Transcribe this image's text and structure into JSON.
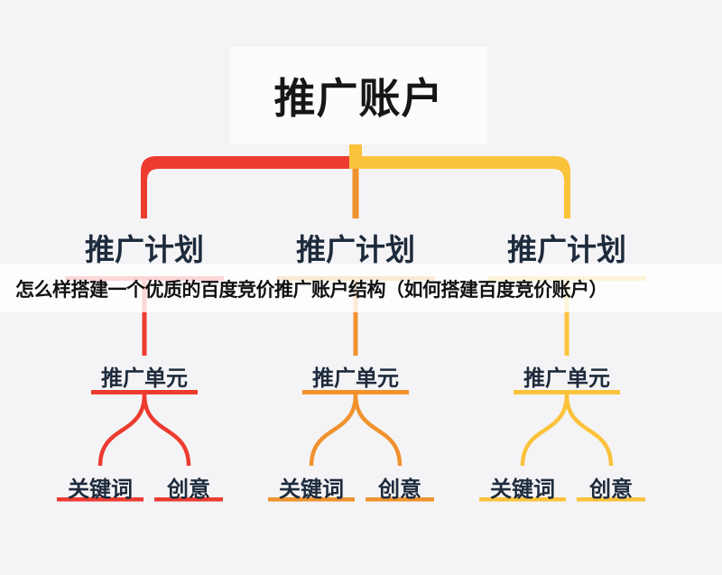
{
  "overlay": {
    "title": "怎么样搭建一个优质的百度竞价推广账户结构（如何搭建百度竞价账户）"
  },
  "diagram": {
    "root_label": "推广账户",
    "colors": {
      "red": "#ED3B30",
      "orange": "#F0922D",
      "yellow": "#FBC23B",
      "label_text": "#1E2B3C",
      "root_text": "#161616",
      "background": "#F4F4F6",
      "root_box": "#FCFCFD"
    },
    "branches": [
      {
        "name": "left",
        "color": "#ED3B30",
        "plan_label": "推广计划",
        "unit_label": "推广单元",
        "keyword_label": "关键词",
        "creative_label": "创意"
      },
      {
        "name": "middle",
        "color": "#F0922D",
        "plan_label": "推广计划",
        "unit_label": "推广单元",
        "keyword_label": "关键词",
        "creative_label": "创意"
      },
      {
        "name": "right",
        "color": "#FBC23B",
        "plan_label": "推广计划",
        "unit_label": "推广单元",
        "keyword_label": "关键词",
        "creative_label": "创意"
      }
    ]
  }
}
